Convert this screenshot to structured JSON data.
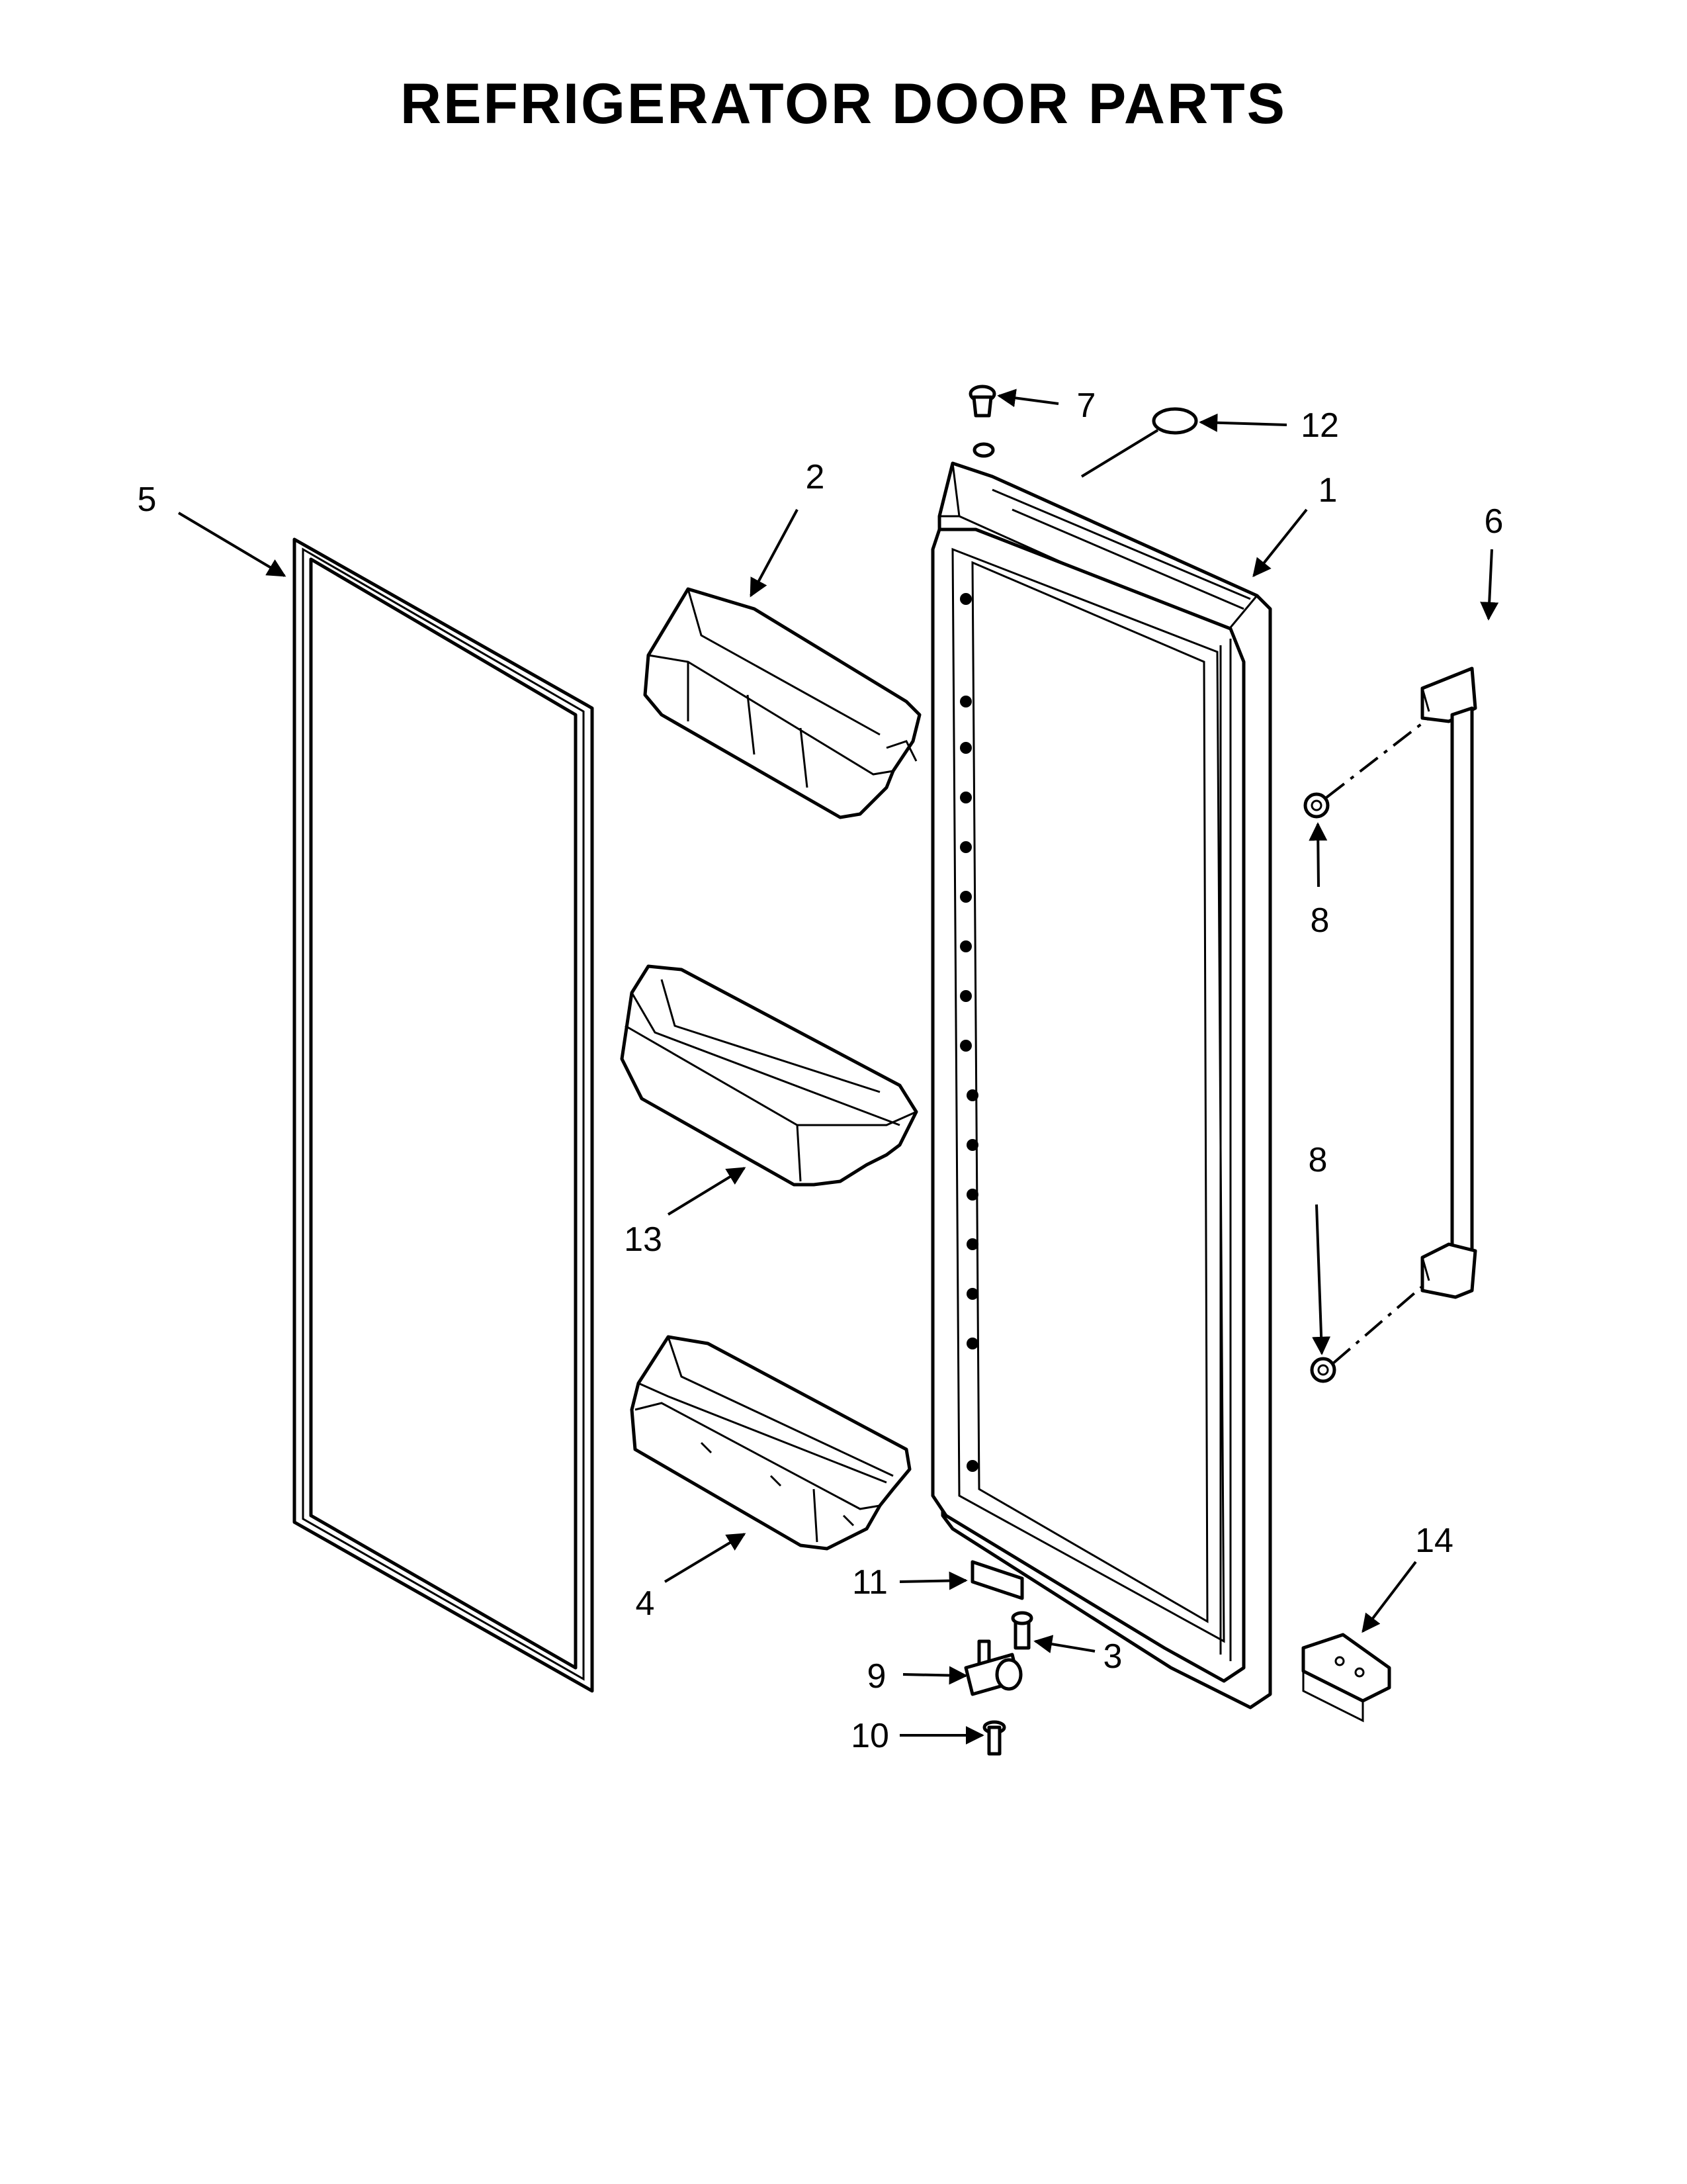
{
  "title": "REFRIGERATOR DOOR PARTS",
  "callouts": {
    "c1": "1",
    "c2": "2",
    "c3": "3",
    "c4": "4",
    "c5": "5",
    "c6": "6",
    "c7": "7",
    "c8a": "8",
    "c8b": "8",
    "c9": "9",
    "c10": "10",
    "c11": "11",
    "c12": "12",
    "c13": "13",
    "c14": "14"
  }
}
